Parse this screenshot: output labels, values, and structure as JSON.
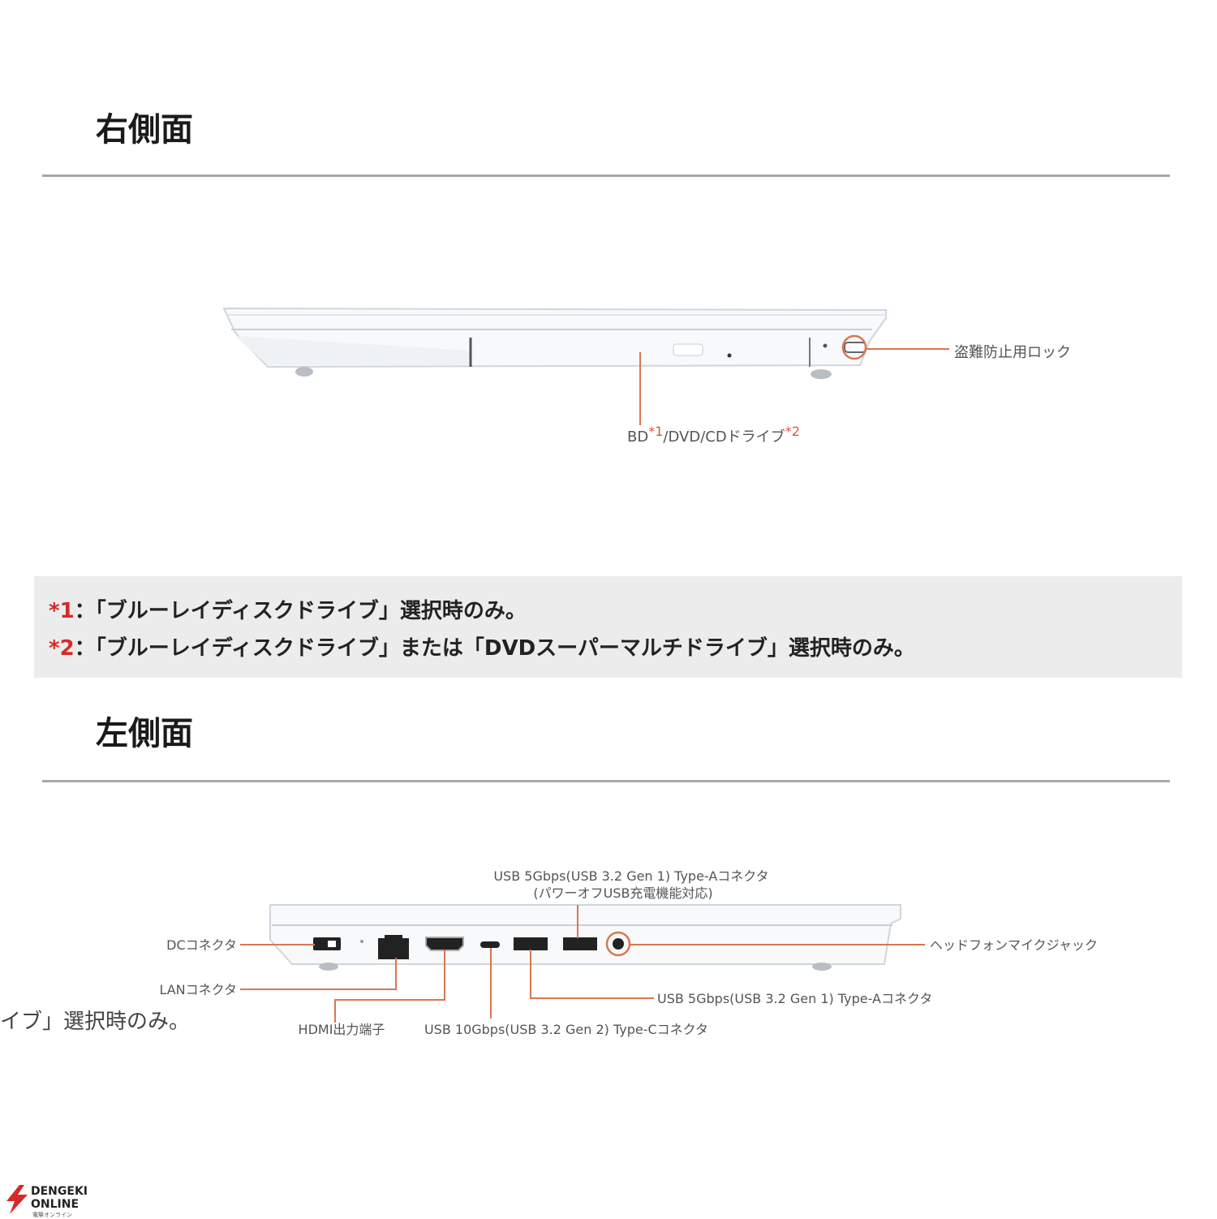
{
  "sections": {
    "right": {
      "heading": "右側面",
      "labels": {
        "lock": "盗難防止用ロック",
        "drive_bd": "BD",
        "drive_mark1": "*1",
        "drive_rest": "/DVD/CDドライブ",
        "drive_mark2": "*2"
      }
    },
    "left": {
      "heading": "左側面",
      "labels": {
        "usb_top_line1": "USB 5Gbps(USB 3.2 Gen 1) Type-Aコネクタ",
        "usb_top_line2": "(パワーオフUSB充電機能対応)",
        "dc": "DCコネクタ",
        "lan": "LANコネクタ",
        "hdmi": "HDMI出力端子",
        "usb_c": "USB 10Gbps(USB 3.2 Gen 2) Type-Cコネクタ",
        "usb_a_bottom": "USB 5Gbps(USB 3.2 Gen 1) Type-Aコネクタ",
        "headphone": "ヘッドフォンマイクジャック"
      }
    }
  },
  "notes": [
    {
      "mark": "*1",
      "sep": "：",
      "text": "「ブルーレイディスクドライブ」選択時のみ。"
    },
    {
      "mark": "*2",
      "sep": "：",
      "text": "「ブルーレイディスクドライブ」または「DVDスーパーマルチドライブ」選択時のみ。"
    }
  ],
  "stray_text": "イブ」選択時のみ。",
  "logo": {
    "line1": "DENGEKI",
    "line2": "ONLINE",
    "sub": "電撃オンライン"
  },
  "colors": {
    "callout": "#d9774f",
    "heading": "#1a1a1a",
    "rule": "#a8a8a8",
    "note_mark": "#d42a2a",
    "note_bg": "#ececec"
  }
}
